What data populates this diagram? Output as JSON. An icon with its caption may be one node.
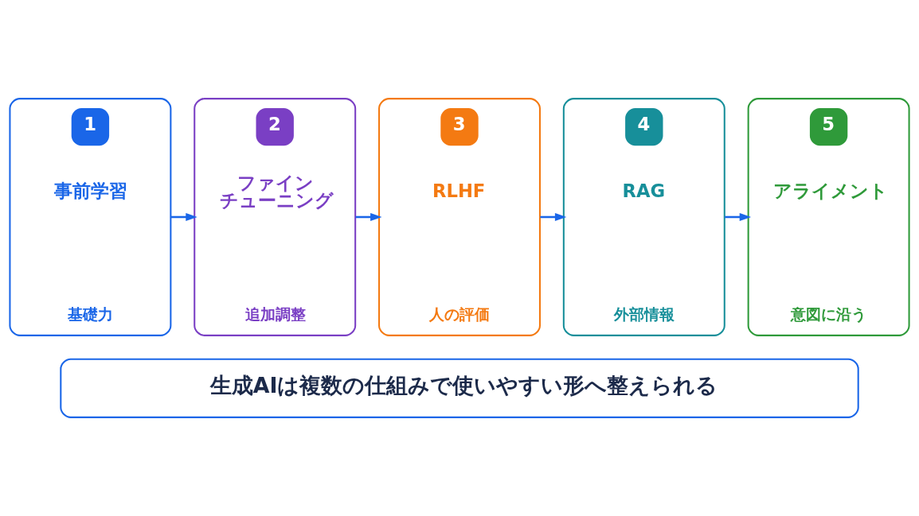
{
  "diagram": {
    "nodes": [
      {
        "text": [
          "1",
          "事前学習",
          "基礎力"
        ]
      },
      {
        "text": [
          "2",
          "ファインチューニング",
          "追加調整"
        ]
      },
      {
        "text": [
          "3",
          "RLHF",
          "人の評価"
        ]
      },
      {
        "text": [
          "4",
          "RAG",
          "外部情報"
        ]
      },
      {
        "text": [
          "5",
          "アライメント",
          "意図に沿う"
        ]
      },
      {
        "text": [
          "生成AIは複数の仕組みで使いやすい形へ整えられる"
        ]
      }
    ],
    "edges": [
      {
        "from": 0,
        "to": 1,
        "arrow": "to"
      },
      {
        "from": 1,
        "to": 2,
        "arrow": "to"
      },
      {
        "from": 2,
        "to": 3,
        "arrow": "to"
      },
      {
        "from": 3,
        "to": 4,
        "arrow": "to"
      }
    ]
  }
}
